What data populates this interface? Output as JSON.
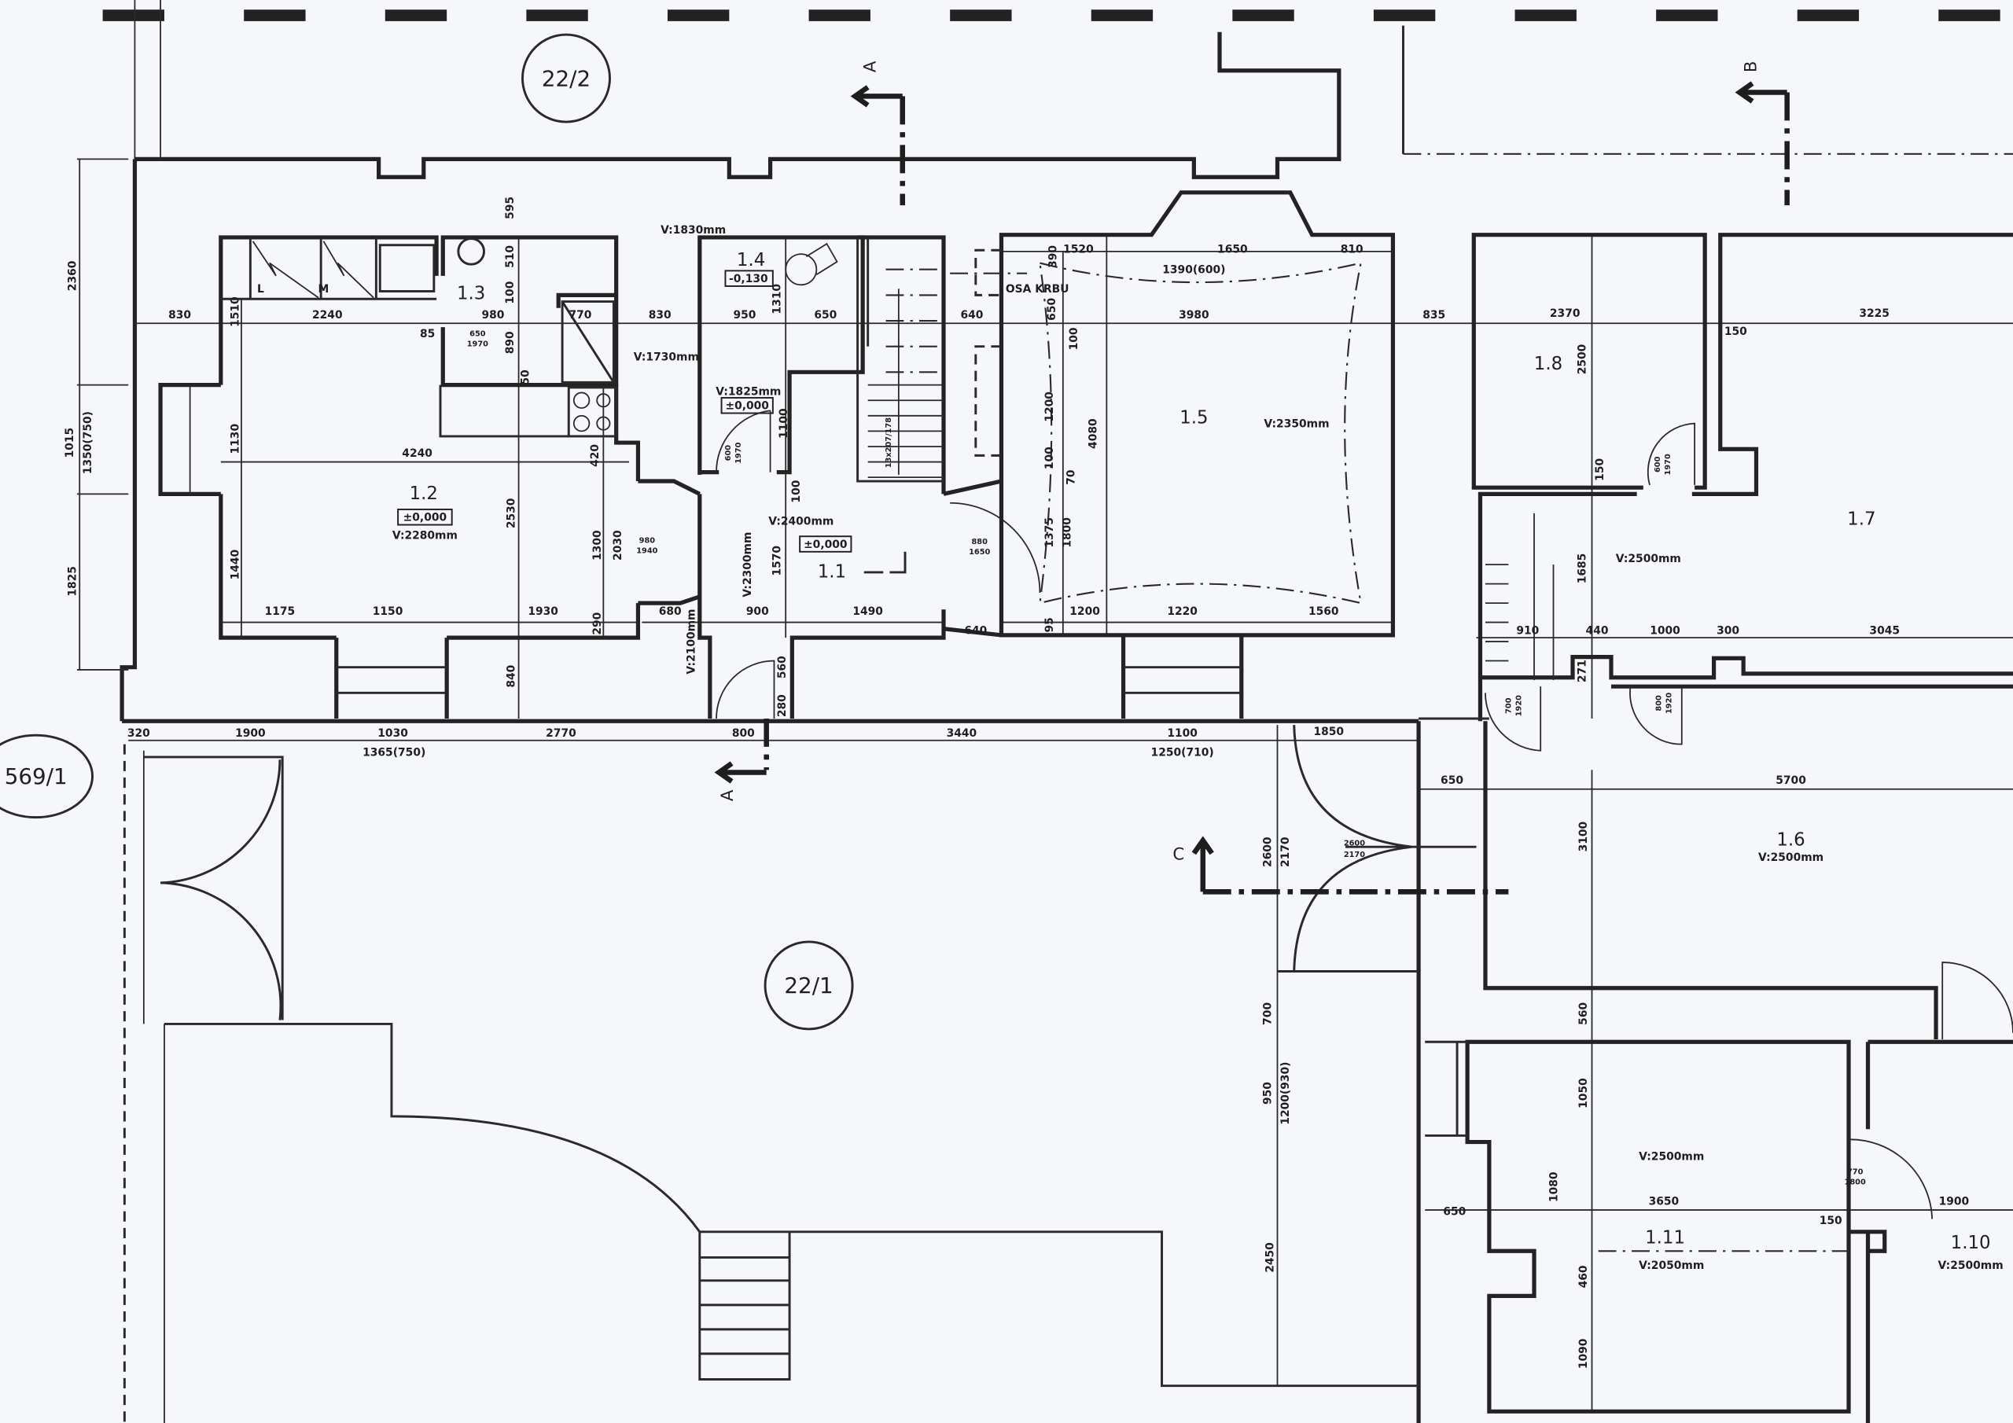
{
  "parcels": {
    "north": "22/2",
    "yard": "22/1",
    "west": "569/1"
  },
  "sections": {
    "a_top": "A",
    "a_bottom": "A",
    "b": "B",
    "c": "C"
  },
  "rooms": {
    "r1_1": {
      "id": "1.1",
      "level": "±0,000",
      "height": "V:2400mm"
    },
    "r1_2": {
      "id": "1.2",
      "level": "±0,000",
      "height": "V:2280mm"
    },
    "r1_3": {
      "id": "1.3"
    },
    "r1_4": {
      "id": "1.4",
      "level": "-0,130",
      "height": "V:1830mm"
    },
    "r1_4b": {
      "level": "±0,000",
      "height": "V:1825mm"
    },
    "passage": {
      "height": "V:1730mm"
    },
    "hall_side": {
      "height": "V:2300mm"
    },
    "entrance": {
      "height": "V:2100mm"
    },
    "r1_5": {
      "id": "1.5",
      "height": "V:2350mm"
    },
    "r1_6": {
      "id": "1.6",
      "height": "V:2500mm"
    },
    "r1_7": {
      "id": "1.7",
      "height": "V:2500mm"
    },
    "r1_8": {
      "id": "1.8"
    },
    "r1_10": {
      "id": "1.10",
      "height": "V:2500mm"
    },
    "r1_11": {
      "id": "1.11",
      "height": "V:2050mm",
      "height_upper": "V:2500mm"
    }
  },
  "annotations": {
    "fireplace_axis": "OSA KRBU",
    "stair": "13x207/178",
    "kitchen_l": "L",
    "kitchen_m": "M"
  },
  "doors": [
    {
      "w": "650",
      "h": "1970"
    },
    {
      "w": "980",
      "h": "1940"
    },
    {
      "w": "600",
      "h": "1970"
    },
    {
      "w": "880",
      "h": "1650"
    },
    {
      "w": "600",
      "h": "1970"
    },
    {
      "w": "700",
      "h": "1920"
    },
    {
      "w": "800",
      "h": "1920"
    },
    {
      "w": "770",
      "h": "1800"
    },
    {
      "w": "2600",
      "h": "2170"
    }
  ],
  "dims": [
    "830",
    "2240",
    "980",
    "770",
    "830",
    "950",
    "650",
    "640",
    "3980",
    "835",
    "2370",
    "3225",
    "1520",
    "1650",
    "810",
    "1390(600)",
    "4240",
    "1175",
    "1150",
    "1930",
    "680",
    "900",
    "1490",
    "640",
    "1200",
    "1220",
    "1560",
    "910",
    "440",
    "1000",
    "300",
    "3045",
    "320",
    "1900",
    "1030",
    "1365(750)",
    "2770",
    "800",
    "3440",
    "1100",
    "1250(710)",
    "1850",
    "650",
    "5700",
    "650",
    "3650",
    "1900",
    "150",
    "85",
    "150",
    "2360",
    "1015",
    "1350(750)",
    "1825",
    "1510",
    "1130",
    "1440",
    "595",
    "510",
    "100",
    "890",
    "50",
    "2530",
    "420",
    "1300",
    "2030",
    "290",
    "1310",
    "1100",
    "100",
    "1570",
    "560",
    "280",
    "840",
    "390",
    "650",
    "100",
    "1200",
    "100",
    "70",
    "1375",
    "1800",
    "95",
    "4080",
    "2500",
    "150",
    "1685",
    "271",
    "3100",
    "2600",
    "2170",
    "700",
    "950",
    "1200(930)",
    "2450",
    "560",
    "1050",
    "1080",
    "460",
    "1090"
  ]
}
